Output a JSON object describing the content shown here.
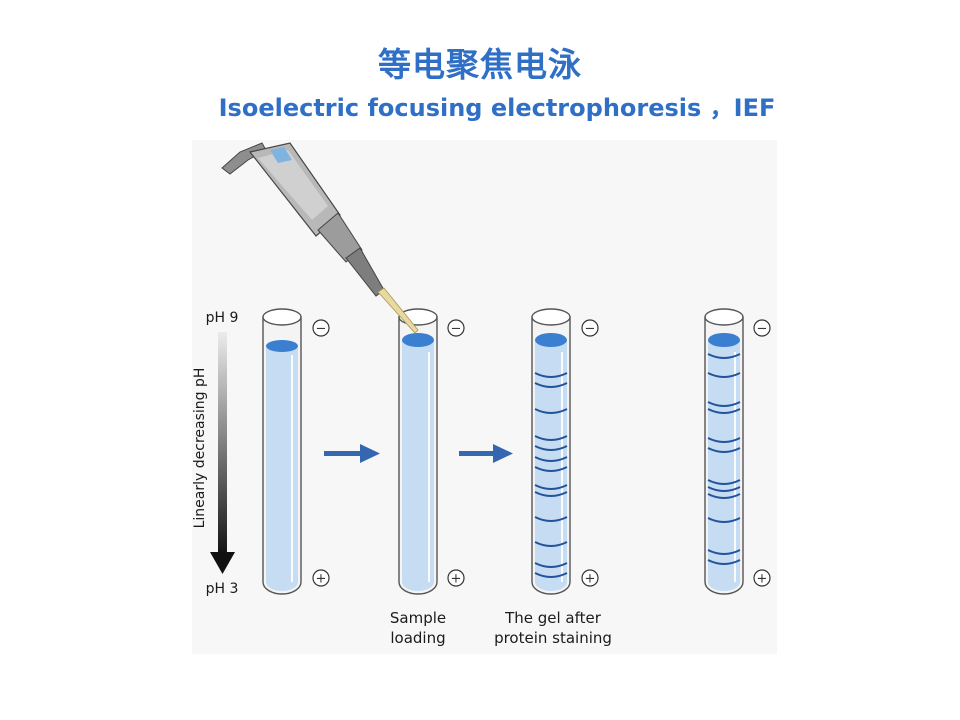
{
  "title": {
    "chinese": "等电聚焦电泳",
    "english": "Isoelectric focusing electrophoresis ，IEF"
  },
  "gradient_axis": {
    "top_label": "pH 9",
    "bottom_label": "pH 3",
    "axis_label": "Linearly decreasing pH"
  },
  "tubes": [
    {
      "id": "tube-1",
      "caption": []
    },
    {
      "id": "tube-2",
      "caption": [
        "Sample",
        "loading"
      ]
    },
    {
      "id": "tube-3",
      "caption": [
        "The gel after",
        "protein staining"
      ]
    },
    {
      "id": "tube-4",
      "caption": []
    }
  ],
  "electrode_symbols": {
    "negative": "−",
    "positive": "+"
  },
  "colors": {
    "title": "#2f6fc6",
    "gel": "#c5dcf3",
    "gel_top": "#3a7fd0",
    "band": "#23539a",
    "arrow": "#3467b0",
    "tube_outline": "#555555"
  }
}
